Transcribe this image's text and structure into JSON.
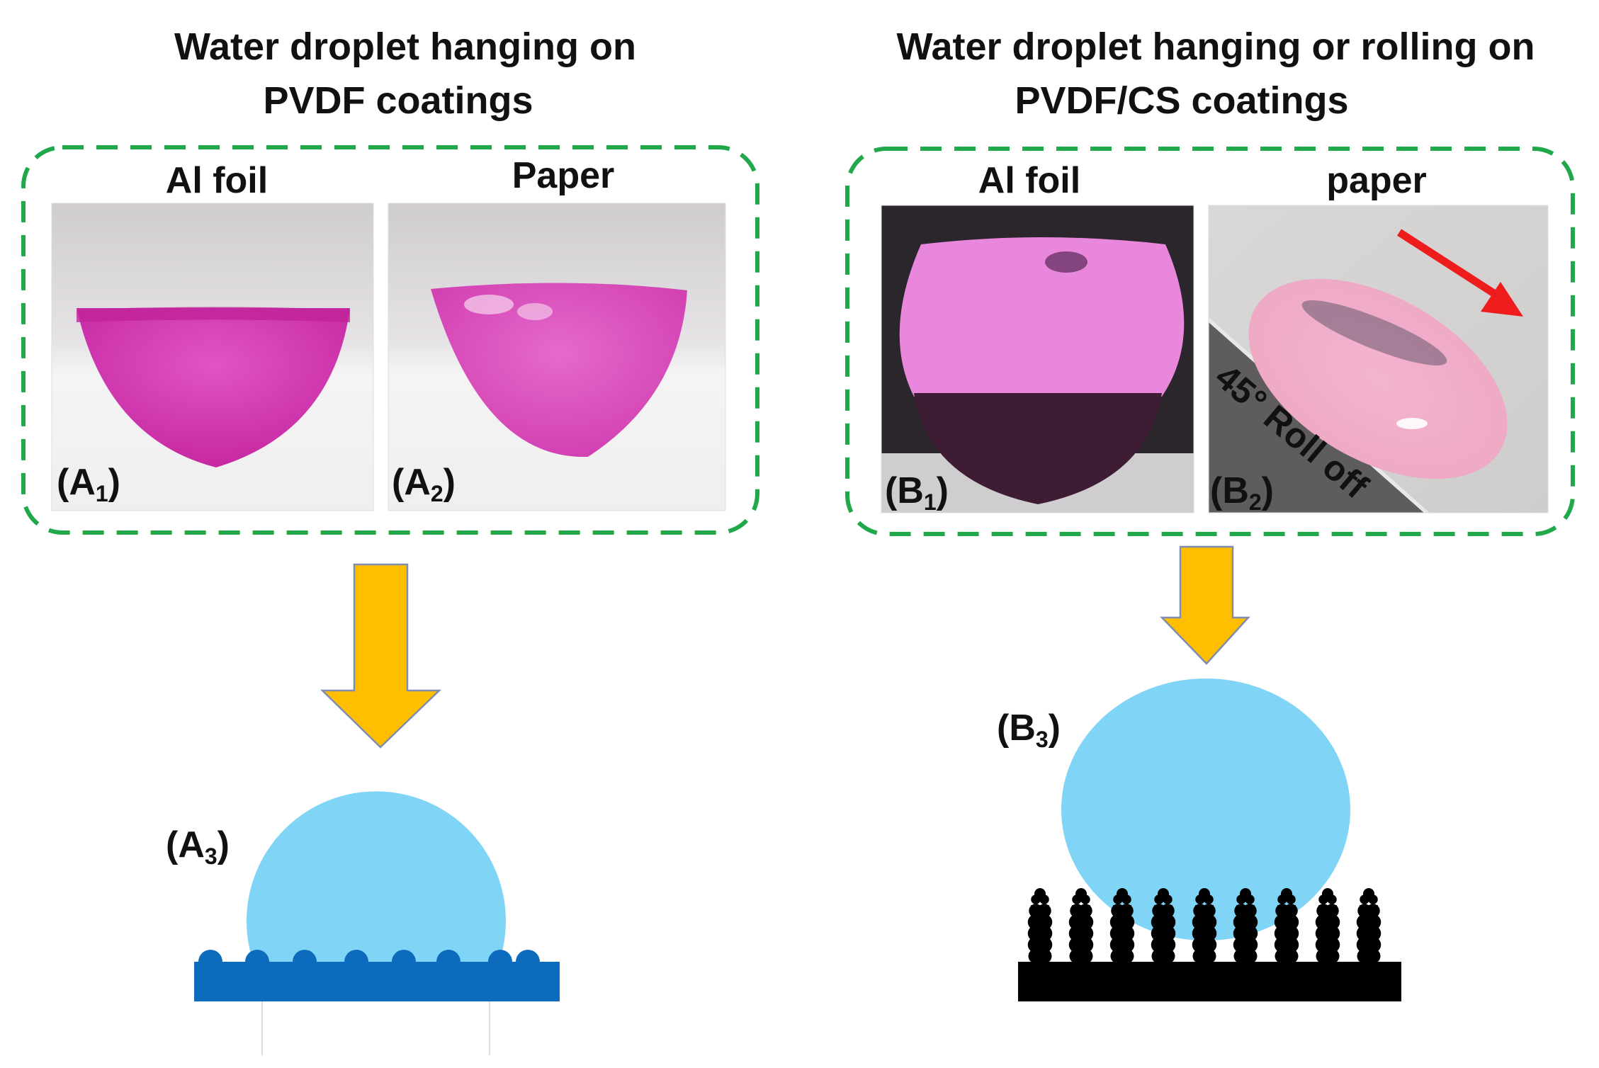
{
  "left_group": {
    "title_line1": "Water droplet hanging on",
    "title_line2": "PVDF coatings",
    "panel_a1": {
      "header": "Al foil",
      "letter": "(A",
      "sub": "1",
      "close": ")"
    },
    "panel_a2": {
      "header": "Paper",
      "letter": "(A",
      "sub": "2",
      "close": ")"
    },
    "panel_a3": {
      "letter": "(A",
      "sub": "3",
      "close": ")"
    }
  },
  "right_group": {
    "title_line1": "Water droplet hanging or rolling on",
    "title_line2": "PVDF/CS coatings",
    "panel_b1": {
      "header": "Al foil",
      "letter": "(B",
      "sub": "1",
      "close": ")"
    },
    "panel_b2": {
      "header": "paper",
      "letter": "(B",
      "sub": "2",
      "close": ")",
      "overlay": "45° Roll off"
    },
    "panel_b3": {
      "letter": "(B",
      "sub": "3",
      "close": ")"
    }
  },
  "colors": {
    "dashed_border": "#21a84a",
    "arrow_fill": "#ffbf00",
    "arrow_stroke": "#7f8db0",
    "droplet_blue": "#80d4f5",
    "substrate_blue": "#0d6bbd",
    "pillars_black": "#000000",
    "pink_dye": "#d63cb6",
    "red_arrow": "#ee1c1c"
  }
}
